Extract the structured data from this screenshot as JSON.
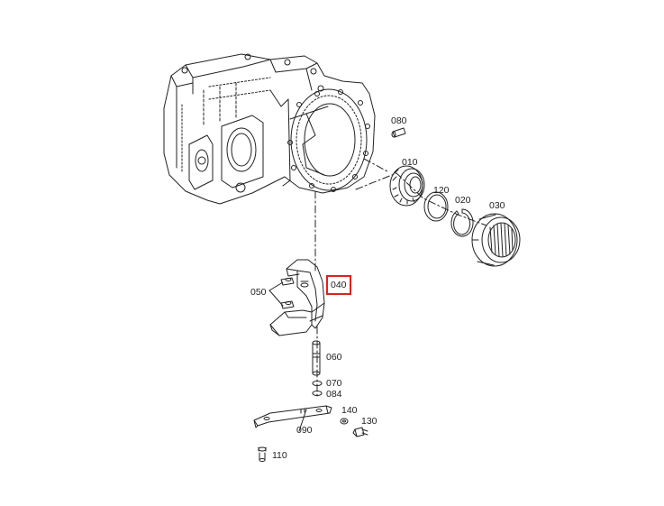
{
  "highlight_color": "#e02020",
  "line_color": "#222222",
  "selected_part": "040",
  "callouts": {
    "p080": "080",
    "p010": "010",
    "p120": "120",
    "p020": "020",
    "p030": "030",
    "p050": "050",
    "p040": "040",
    "p060": "060",
    "p070": "070",
    "p084": "084",
    "p140": "140",
    "p130": "130",
    "p090": "090",
    "p110": "110"
  }
}
